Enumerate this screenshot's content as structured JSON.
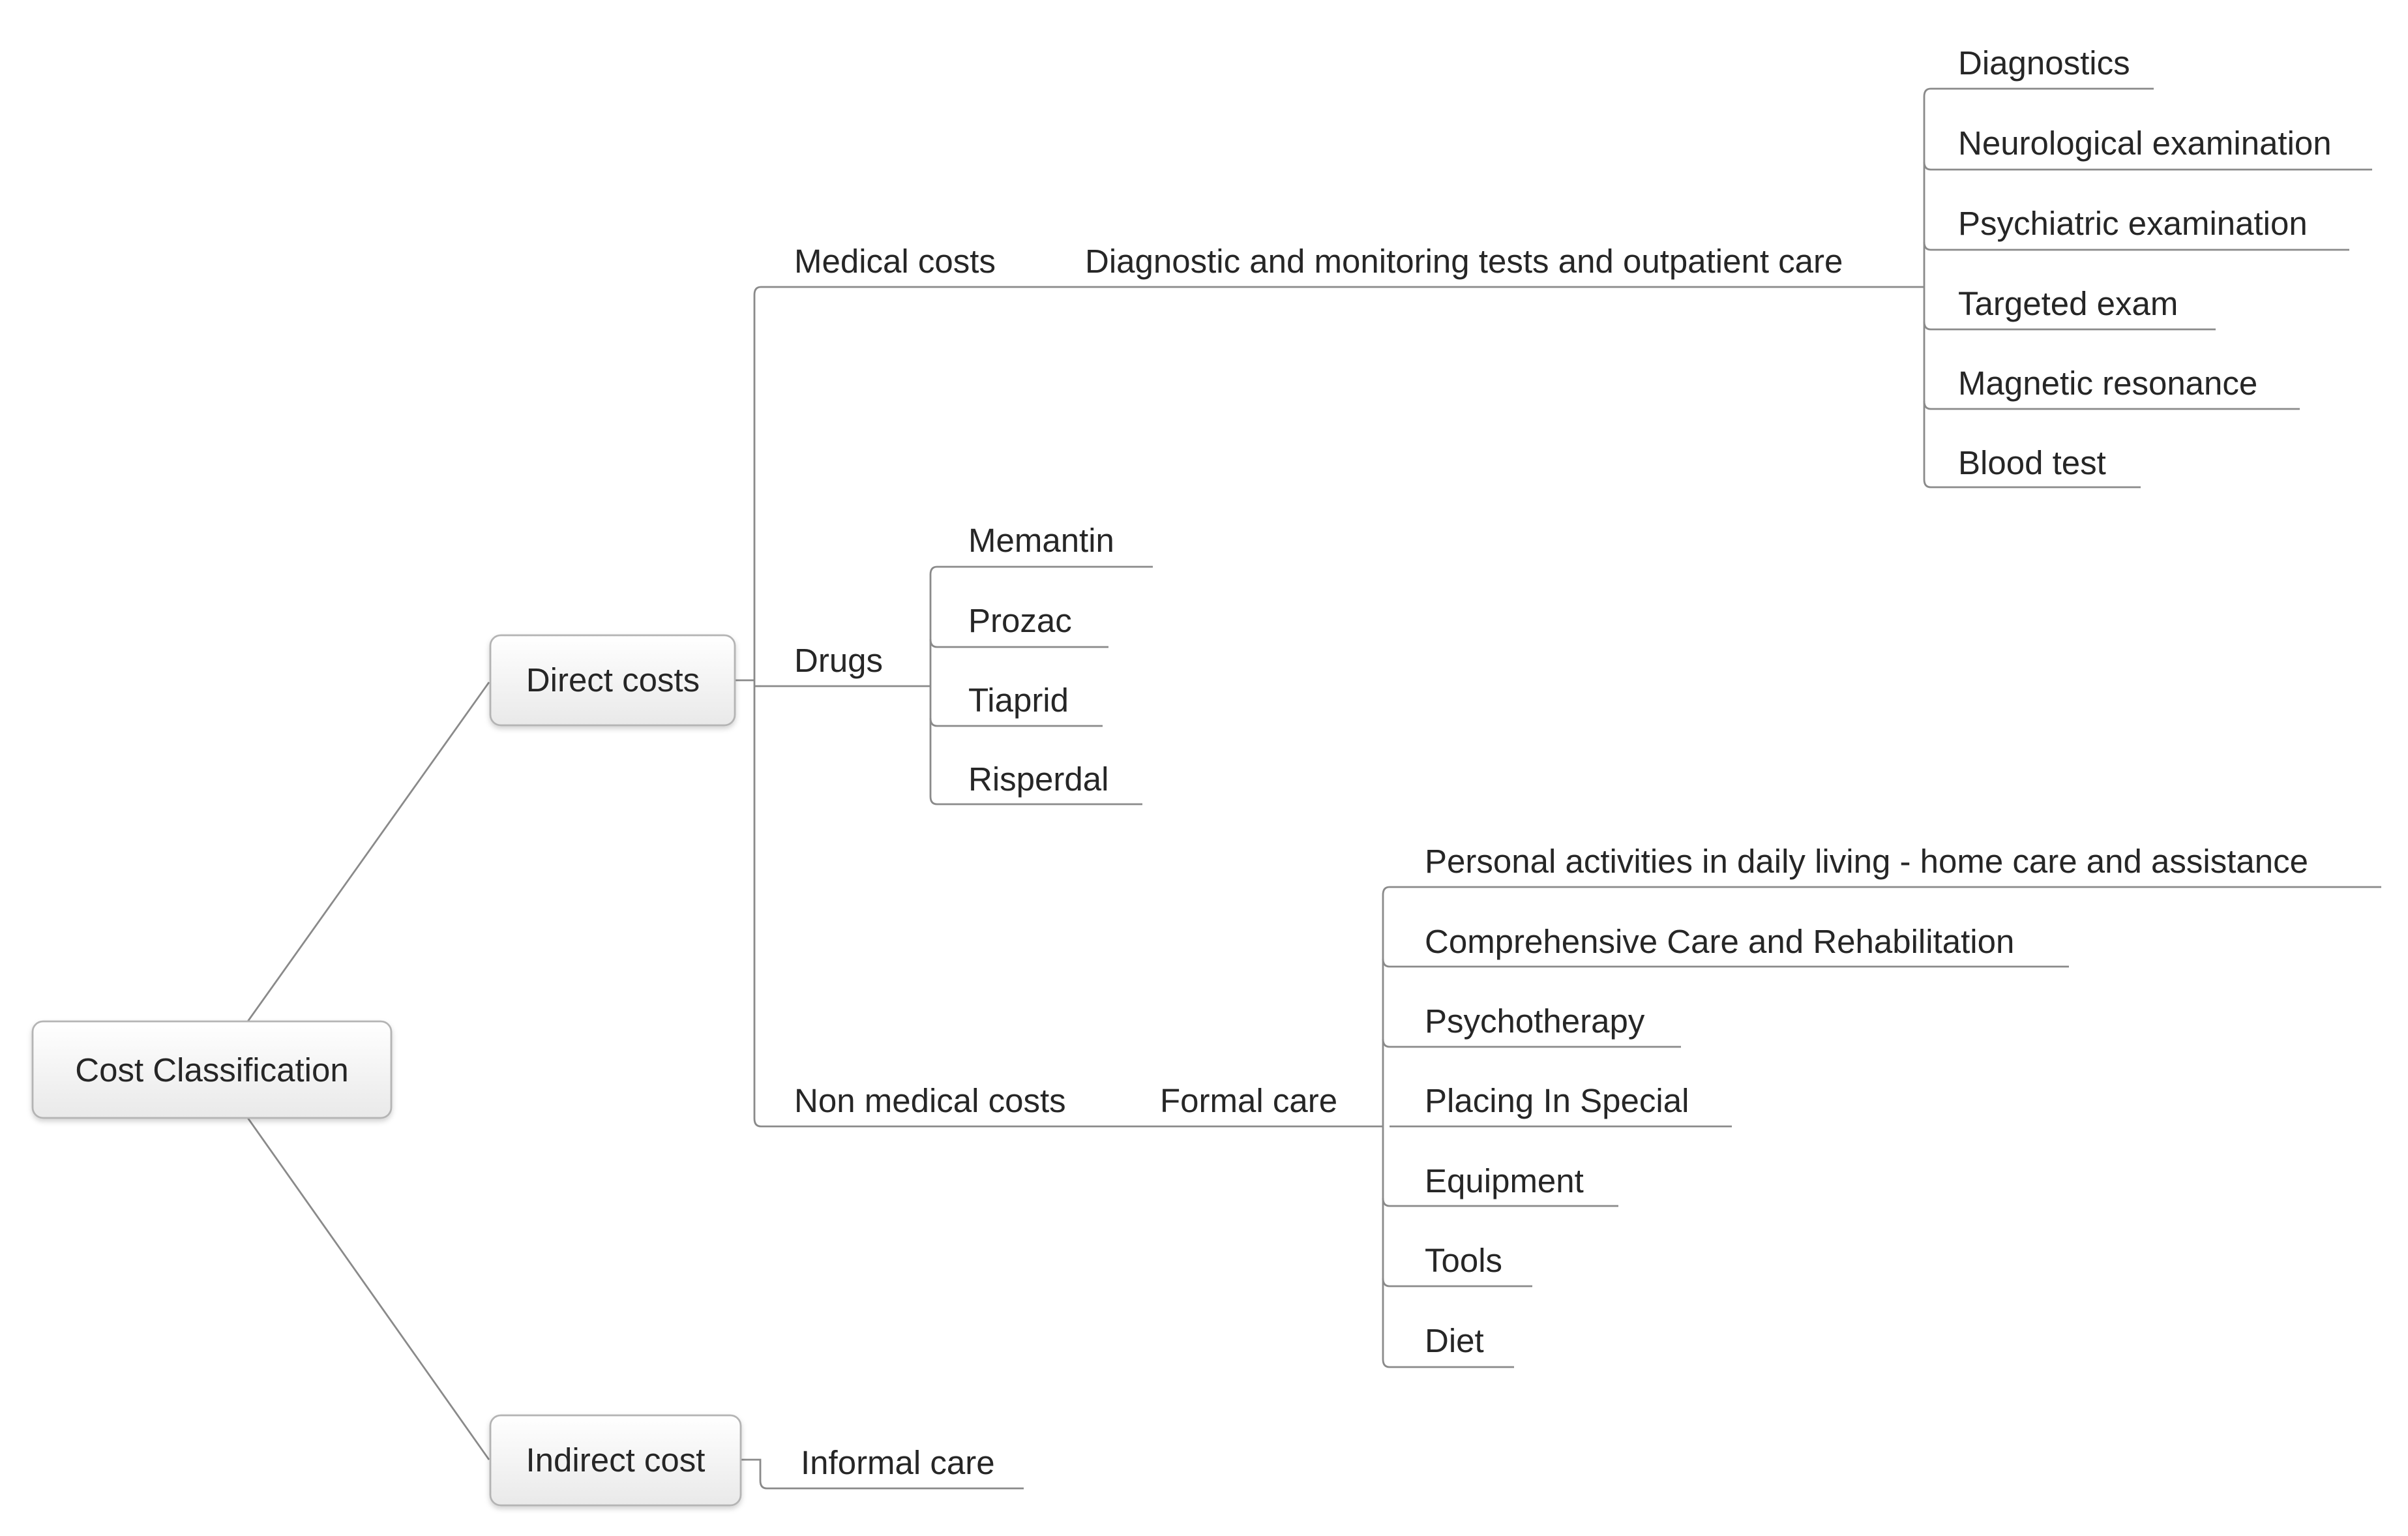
{
  "mindmap": {
    "root": "Cost Classification",
    "direct_costs": "Direct costs",
    "indirect_cost": "Indirect cost",
    "medical_costs": "Medical costs",
    "diagnostic_tests": "Diagnostic and monitoring tests and outpatient care",
    "tests": [
      "Diagnostics",
      "Neurological examination",
      "Psychiatric examination",
      "Targeted exam",
      "Magnetic resonance",
      "Blood test"
    ],
    "drugs": "Drugs",
    "drug_items": [
      "Memantin",
      "Prozac",
      "Tiaprid",
      "Risperdal"
    ],
    "non_medical_costs": "Non medical costs",
    "formal_care": "Formal care",
    "formal_care_items": [
      "Personal activities in daily living - home care and assistance",
      "Comprehensive Care and Rehabilitation",
      "Psychotherapy",
      "Placing In Special",
      "Equipment",
      "Tools",
      "Diet"
    ],
    "informal_care": "Informal care"
  }
}
